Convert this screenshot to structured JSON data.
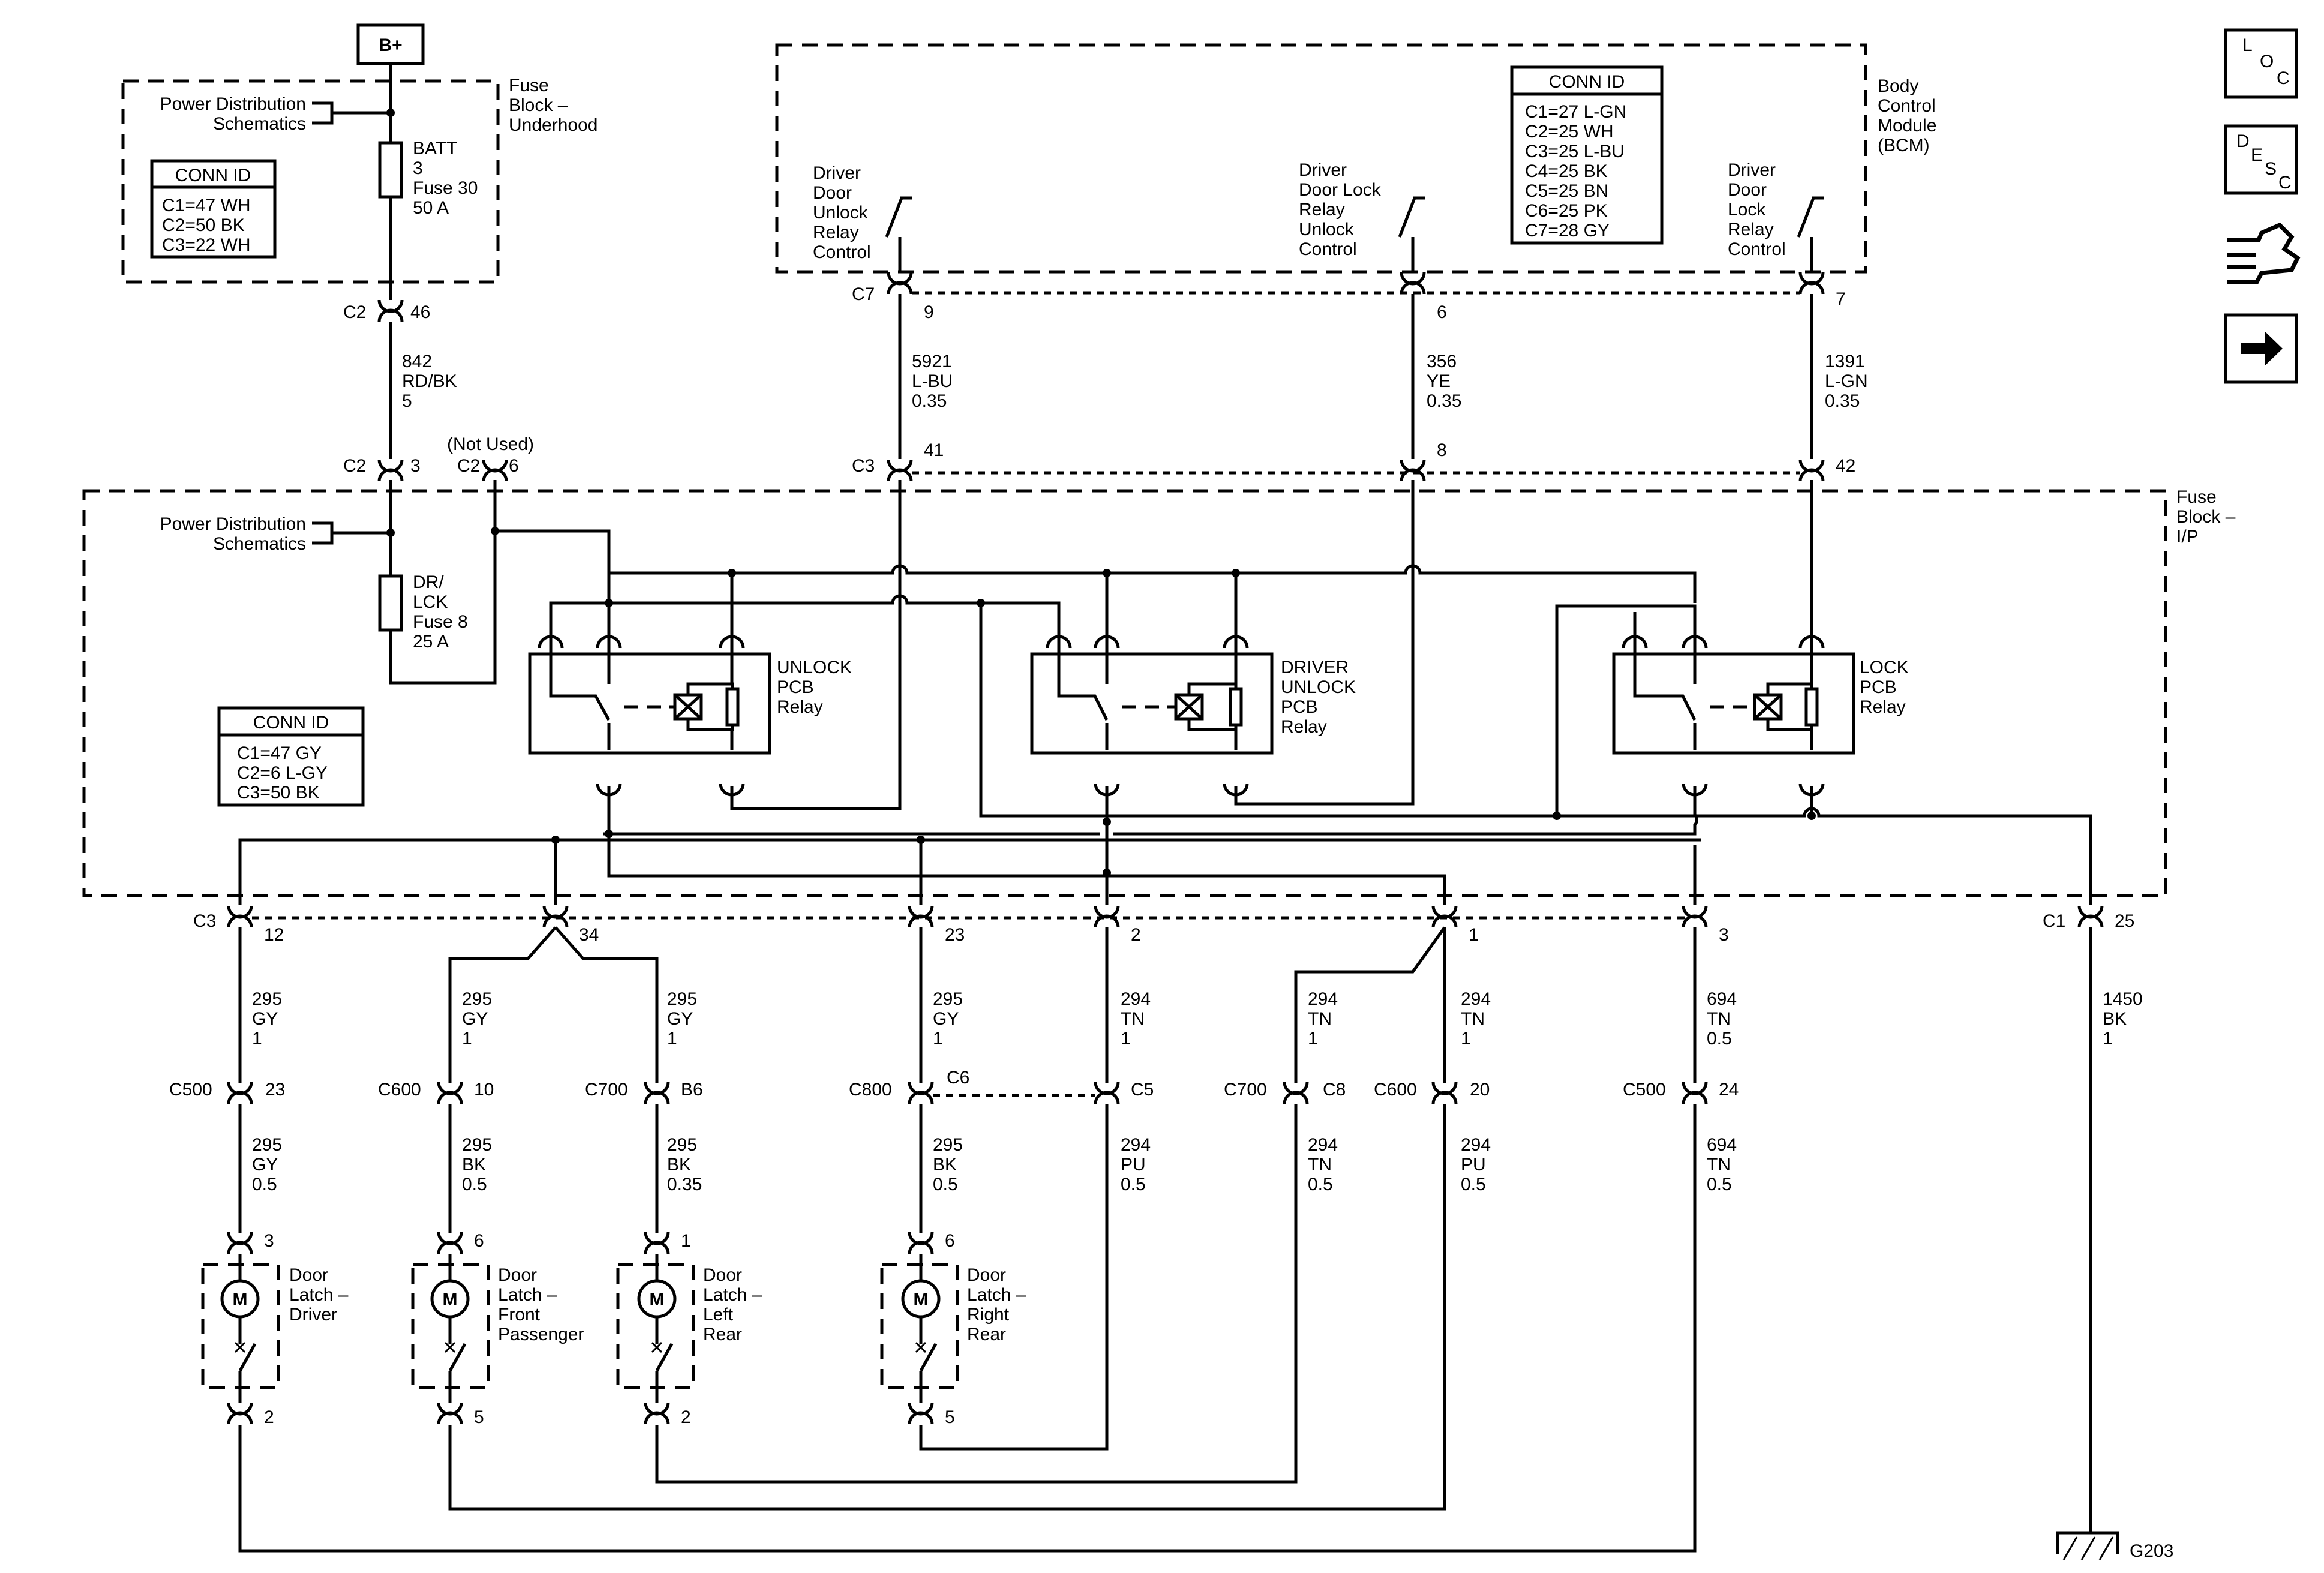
{
  "header": {
    "power_label": "B+"
  },
  "fuse_block_underhood": {
    "title_lines": [
      "Fuse",
      "Block –",
      "Underhood"
    ],
    "pd_lines": [
      "Power Distribution",
      "Schematics"
    ],
    "fuse_lines": [
      "BATT",
      "3",
      "Fuse 30",
      "50 A"
    ],
    "conn_title": "CONN ID",
    "conn_rows": [
      "C1=47 WH",
      "C2=50 BK",
      "C3=22 WH"
    ]
  },
  "bcm": {
    "title_lines": [
      "Body",
      "Control",
      "Module",
      "(BCM)"
    ],
    "conn_title": "CONN ID",
    "conn_rows": [
      "C1=27 L-GN",
      "C2=25 WH",
      "C3=25 L-BU",
      "C4=25 BK",
      "C5=25 BN",
      "C6=25 PK",
      "C7=28 GY"
    ],
    "switch_unlock_lines": [
      "Driver",
      "Door",
      "Unlock",
      "Relay",
      "Control"
    ],
    "switch_driver_lines": [
      "Driver",
      "Door Lock",
      "Relay",
      "Unlock",
      "Control"
    ],
    "switch_lock_lines": [
      "Driver",
      "Door",
      "Lock",
      "Relay",
      "Control"
    ]
  },
  "fuse_block_ip": {
    "title_lines": [
      "Fuse",
      "Block –",
      "I/P"
    ],
    "pd_lines": [
      "Power Distribution",
      "Schematics"
    ],
    "fuse_lines": [
      "DR/",
      "LCK",
      "Fuse 8",
      "25 A"
    ],
    "conn_title": "CONN ID",
    "conn_rows": [
      "C1=47 GY",
      "C2=6 L-GY",
      "C3=50 BK"
    ],
    "not_used": "(Not Used)",
    "relay_unlock_lines": [
      "UNLOCK",
      "PCB",
      "Relay"
    ],
    "relay_driver_lines": [
      "DRIVER",
      "UNLOCK",
      "PCB",
      "Relay"
    ],
    "relay_lock_lines": [
      "LOCK",
      "PCB",
      "Relay"
    ]
  },
  "connectors": {
    "c2": "C2",
    "c3": "C3",
    "c7": "C7",
    "c1": "C1",
    "c500": "C500",
    "c600": "C600",
    "c700": "C700",
    "c800": "C800",
    "c6": "C6",
    "c5": "C5",
    "c8": "C8",
    "p46": "46",
    "p3": "3",
    "p6": "6",
    "p9": "9",
    "p6b": "6",
    "p7": "7",
    "p41": "41",
    "p8": "8",
    "p42": "42",
    "p12": "12",
    "p34": "34",
    "p23": "23",
    "p2": "2",
    "p1": "1",
    "p3b": "3",
    "p25": "25",
    "p23b": "23",
    "p10": "10",
    "pB6": "B6",
    "p20": "20",
    "p24": "24",
    "p3c": "3",
    "p6c": "6",
    "p1b": "1",
    "p6d": "6",
    "p2b": "2",
    "p5": "5",
    "p2c": "2",
    "p5b": "5"
  },
  "wires": {
    "w842": [
      "842",
      "RD/BK",
      "5"
    ],
    "w5921": [
      "5921",
      "L-BU",
      "0.35"
    ],
    "w356": [
      "356",
      "YE",
      "0.35"
    ],
    "w1391": [
      "1391",
      "L-GN",
      "0.35"
    ],
    "w295a": [
      "295",
      "GY",
      "1"
    ],
    "w295b": [
      "295",
      "GY",
      "1"
    ],
    "w295c": [
      "295",
      "GY",
      "1"
    ],
    "w295d": [
      "295",
      "GY",
      "1"
    ],
    "w294a": [
      "294",
      "TN",
      "1"
    ],
    "w294b": [
      "294",
      "TN",
      "1"
    ],
    "w294c": [
      "294",
      "TN",
      "1"
    ],
    "w694a": [
      "694",
      "TN",
      "0.5"
    ],
    "w1450": [
      "1450",
      "BK",
      "1"
    ],
    "w295e": [
      "295",
      "GY",
      "0.5"
    ],
    "w295f": [
      "295",
      "BK",
      "0.5"
    ],
    "w295g": [
      "295",
      "BK",
      "0.35"
    ],
    "w295h": [
      "295",
      "BK",
      "0.5"
    ],
    "w294d": [
      "294",
      "PU",
      "0.5"
    ],
    "w294e": [
      "294",
      "TN",
      "0.5"
    ],
    "w294f": [
      "294",
      "PU",
      "0.5"
    ],
    "w694b": [
      "694",
      "TN",
      "0.5"
    ]
  },
  "latches": {
    "driver": [
      "Door",
      "Latch –",
      "Driver"
    ],
    "front_passenger": [
      "Door",
      "Latch –",
      "Front",
      "Passenger"
    ],
    "left_rear": [
      "Door",
      "Latch –",
      "Left",
      "Rear"
    ],
    "right_rear": [
      "Door",
      "Latch –",
      "Right",
      "Rear"
    ],
    "motor_symbol": "M"
  },
  "ground": {
    "label": "G203"
  },
  "nav": {
    "loc": [
      "L",
      "O",
      "C"
    ],
    "desc": [
      "D",
      "E",
      "S",
      "C"
    ],
    "icons": [
      "connector-end-view-icon",
      "next-page-arrow-icon"
    ]
  }
}
